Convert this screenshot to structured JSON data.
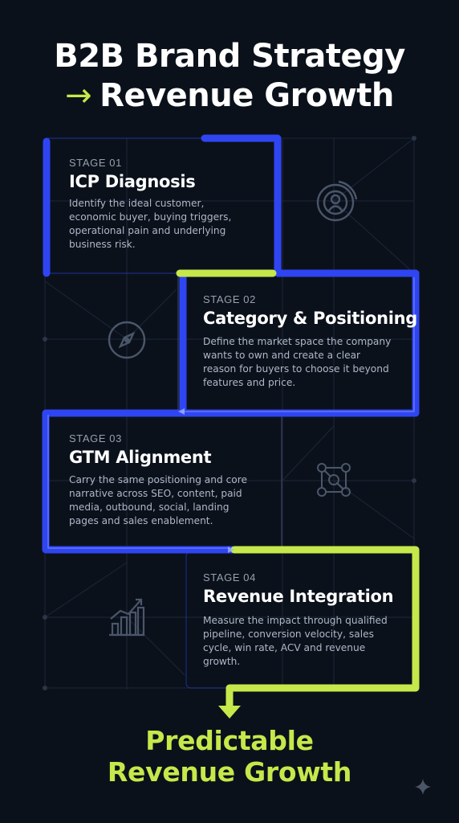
{
  "title": {
    "arrow": "→",
    "line1": "B2B Brand Strategy",
    "line2": "Revenue Growth"
  },
  "stages": [
    {
      "label": "STAGE 01",
      "title": "ICP Diagnosis",
      "lines": [
        "Identify the ideal customer,",
        "economic buyer, buying triggers,",
        "operational pain and underlying",
        "business risk."
      ],
      "icon": "target-user-icon"
    },
    {
      "label": "STAGE 02",
      "title": "Category & Positioning",
      "lines": [
        "Define the market space the company",
        "wants to own and create a clear",
        "reason for buyers to choose it beyond",
        "features and price."
      ],
      "icon": "compass-icon"
    },
    {
      "label": "STAGE 03",
      "title": "GTM Alignment",
      "lines": [
        "Carry the same positioning and core",
        "narrative across SEO, content, paid",
        "media, outbound, social, landing",
        "pages and sales enablement."
      ],
      "icon": "network-nodes-icon"
    },
    {
      "label": "STAGE 04",
      "title": "Revenue Integration",
      "lines": [
        "Measure the impact through qualified",
        "pipeline, conversion velocity, sales",
        "cycle, win rate, ACV and revenue",
        "growth."
      ],
      "icon": "growth-chart-icon"
    }
  ],
  "final": {
    "line1": "Predictable",
    "line2": "Revenue Growth"
  },
  "colors": {
    "background": "#0b111b",
    "blue": "#2f45f2",
    "lime": "#c6e84b",
    "grid": "#1e2a3c"
  }
}
